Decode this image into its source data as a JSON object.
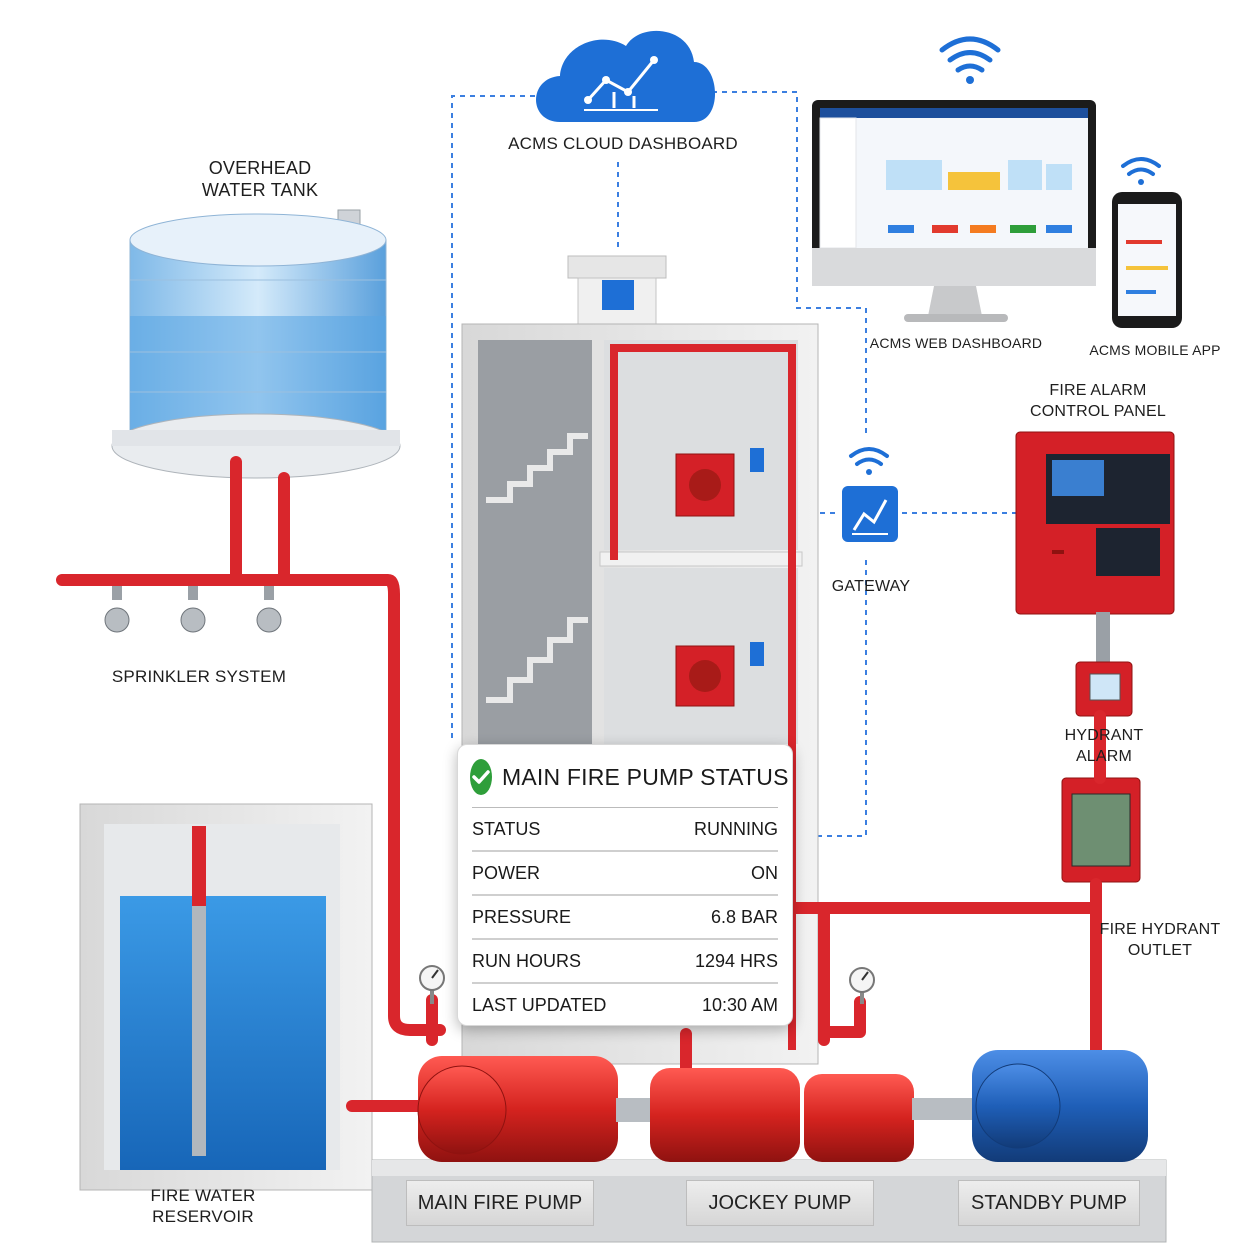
{
  "labels": {
    "cloud": "ACMS CLOUD DASHBOARD",
    "tank": [
      "OVERHEAD",
      "WATER TANK"
    ],
    "sprinkler": "SPRINKLER SYSTEM",
    "web_dashboard": "ACMS WEB DASHBOARD",
    "mobile_app": "ACMS MOBILE APP",
    "fire_alarm": [
      "FIRE ALARM",
      "CONTROL PANEL"
    ],
    "gateway": "GATEWAY",
    "hydrant_alarm": [
      "HYDRANT",
      "ALARM"
    ],
    "hydrant_outlet": [
      "FIRE HYDRANT",
      "OUTLET"
    ],
    "reservoir": [
      "FIRE WATER",
      "RESERVOIR"
    ],
    "main_pump": "MAIN FIRE PUMP",
    "jockey_pump": "JOCKEY PUMP",
    "standby_pump": "STANDBY PUMP"
  },
  "status_card": {
    "title": "MAIN FIRE PUMP STATUS",
    "rows": [
      {
        "label": "STATUS",
        "value": "RUNNING"
      },
      {
        "label": "POWER",
        "value": "ON"
      },
      {
        "label": "PRESSURE",
        "value": "6.8 BAR"
      },
      {
        "label": "RUN HOURS",
        "value": "1294 HRS"
      },
      {
        "label": "LAST UPDATED",
        "value": "10:30 AM"
      }
    ]
  },
  "icons": {
    "cloud": "cloud-analytics-icon",
    "wifi": "wifi-icon",
    "gateway": "gateway-chart-icon",
    "check": "check-circle-icon"
  },
  "colors": {
    "pipe_red": "#d9262c",
    "accent_blue": "#1e6fd6",
    "pump_red": "#d42027",
    "pump_blue": "#1f5fb8",
    "water_blue": "#3a8fd8",
    "status_green": "#2e9e3a",
    "dashed_link": "#3b7fe0"
  }
}
